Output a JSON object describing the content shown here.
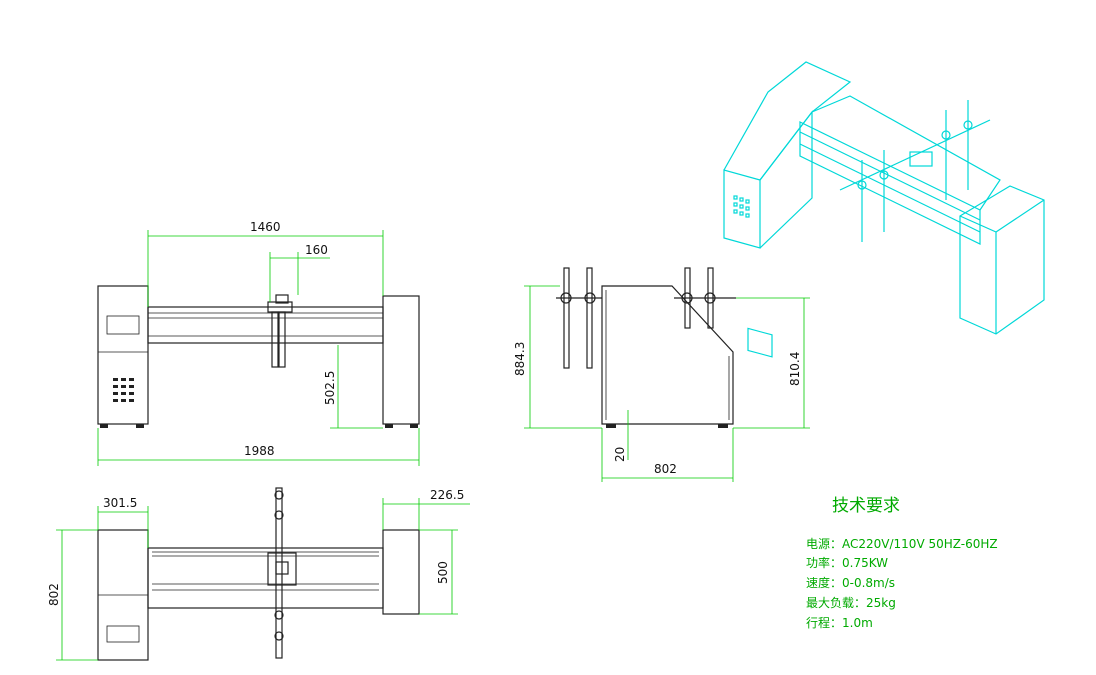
{
  "dimensions": {
    "front_top": "1460",
    "front_post": "160",
    "front_height": "502.5",
    "front_total": "1988",
    "side_left": "884.3",
    "side_right": "810.4",
    "side_foot": "20",
    "side_width": "802",
    "plan_left": "301.5",
    "plan_right": "226.5",
    "plan_depth": "802",
    "plan_depth_right": "500"
  },
  "specs": {
    "title": "技术要求",
    "lines": [
      "电源：AC220V/110V 50HZ-60HZ",
      "功率：0.75KW",
      "速度：0-0.8m/s",
      "最大负载：25kg",
      "行程：1.0m"
    ]
  },
  "colors": {
    "line": "#222222",
    "dimension": "#00cc00",
    "isometric": "#00d8d8",
    "spec_text": "#00aa00"
  }
}
